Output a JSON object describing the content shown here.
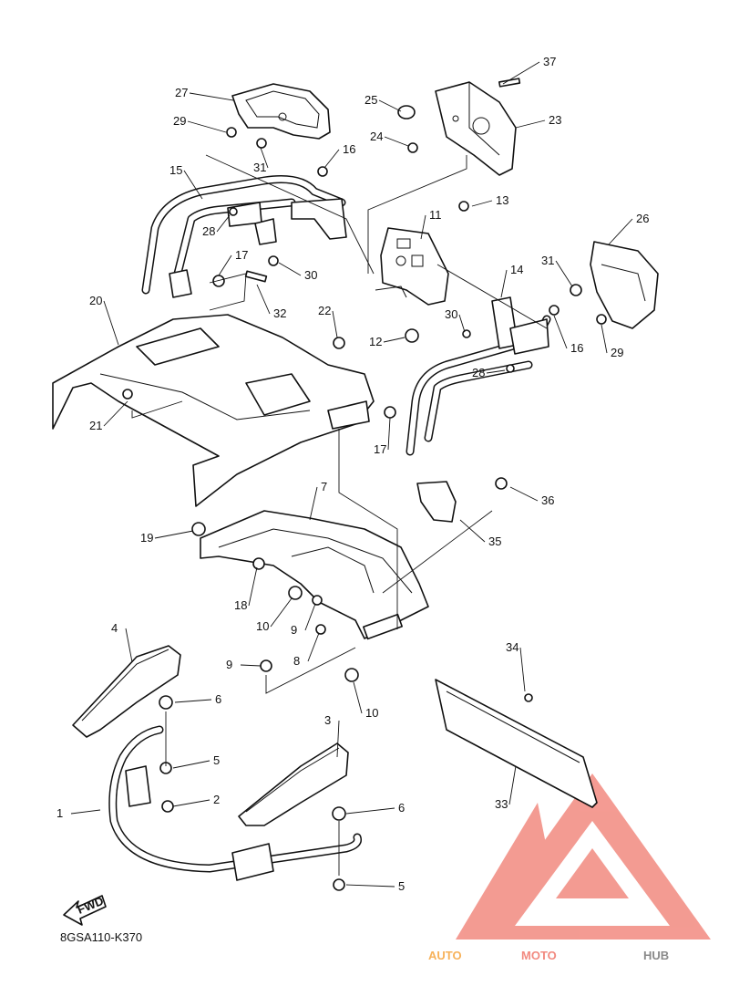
{
  "diagram_code": "8GSA110-K370",
  "fwd_label": "FWD",
  "watermark": {
    "part1": "AUTO",
    "part2": "MOTO",
    "part3": "HUB"
  },
  "colors": {
    "watermark_red": "#f28a80",
    "watermark_orange": "#f7b25a",
    "watermark_gray": "#8a8a8a",
    "line": "#111111"
  },
  "callouts": [
    "37",
    "27",
    "25",
    "23",
    "29",
    "24",
    "16",
    "31",
    "15",
    "13",
    "11",
    "26",
    "28",
    "17",
    "30",
    "14",
    "31",
    "20",
    "32",
    "22",
    "30",
    "12",
    "16",
    "29",
    "28",
    "21",
    "17",
    "7",
    "36",
    "19",
    "35",
    "18",
    "10",
    "9",
    "4",
    "8",
    "34",
    "9",
    "10",
    "6",
    "3",
    "5",
    "2",
    "1",
    "6",
    "33",
    "5"
  ]
}
